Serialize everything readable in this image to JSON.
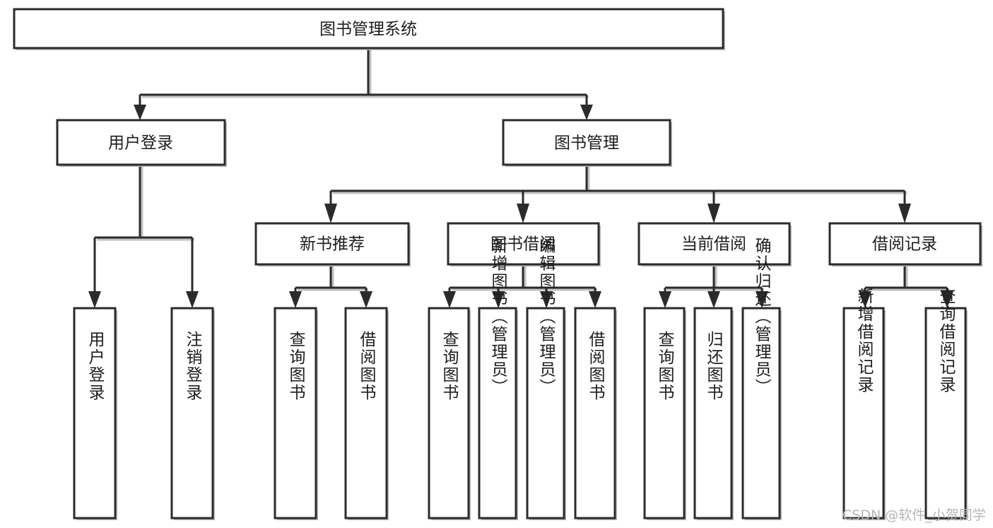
{
  "diagram": {
    "title": "图书管理系统",
    "type": "tree-hierarchy-chart",
    "root": {
      "id": "root",
      "label": "图书管理系统"
    },
    "level1": [
      {
        "id": "user-login",
        "label": "用户登录"
      },
      {
        "id": "book-manage",
        "label": "图书管理"
      }
    ],
    "level2": [
      {
        "id": "new-book-recommend",
        "label": "新书推荐",
        "parent": "book-manage"
      },
      {
        "id": "book-borrow",
        "label": "图书借阅",
        "parent": "book-manage"
      },
      {
        "id": "current-borrow",
        "label": "当前借阅",
        "parent": "book-manage"
      },
      {
        "id": "borrow-record",
        "label": "借阅记录",
        "parent": "book-manage"
      }
    ],
    "leaves": [
      {
        "id": "leaf-user-login",
        "label": "用户登录",
        "parent": "user-login"
      },
      {
        "id": "leaf-user-logout",
        "label": "注销登录",
        "parent": "user-login"
      },
      {
        "id": "leaf-query-book-1",
        "label": "查询图书",
        "parent": "new-book-recommend"
      },
      {
        "id": "leaf-borrow-book-1",
        "label": "借阅图书",
        "parent": "new-book-recommend"
      },
      {
        "id": "leaf-query-book-2",
        "label": "查询图书",
        "parent": "book-borrow"
      },
      {
        "id": "leaf-add-book",
        "label": "新增图书（管理员）",
        "parent": "book-borrow"
      },
      {
        "id": "leaf-edit-book",
        "label": "编辑图书（管理员）",
        "parent": "book-borrow"
      },
      {
        "id": "leaf-borrow-book-2",
        "label": "借阅图书",
        "parent": "book-borrow"
      },
      {
        "id": "leaf-query-book-3",
        "label": "查询图书",
        "parent": "current-borrow"
      },
      {
        "id": "leaf-return-book",
        "label": "归还图书",
        "parent": "current-borrow"
      },
      {
        "id": "leaf-confirm-return",
        "label": "确认归还（管理员）",
        "parent": "current-borrow"
      },
      {
        "id": "leaf-add-record",
        "label": "新增借阅记录",
        "parent": "borrow-record"
      },
      {
        "id": "leaf-query-record",
        "label": "查询借阅记录",
        "parent": "borrow-record"
      }
    ],
    "colors": {
      "stroke": "#2b2b2b",
      "fill": "#ffffff",
      "text": "#1d1d1d",
      "shadow": "#b9b9b9",
      "watermark": "#b5b5b5"
    }
  },
  "watermark": {
    "text": "CSDN @软件_小贺同学"
  }
}
